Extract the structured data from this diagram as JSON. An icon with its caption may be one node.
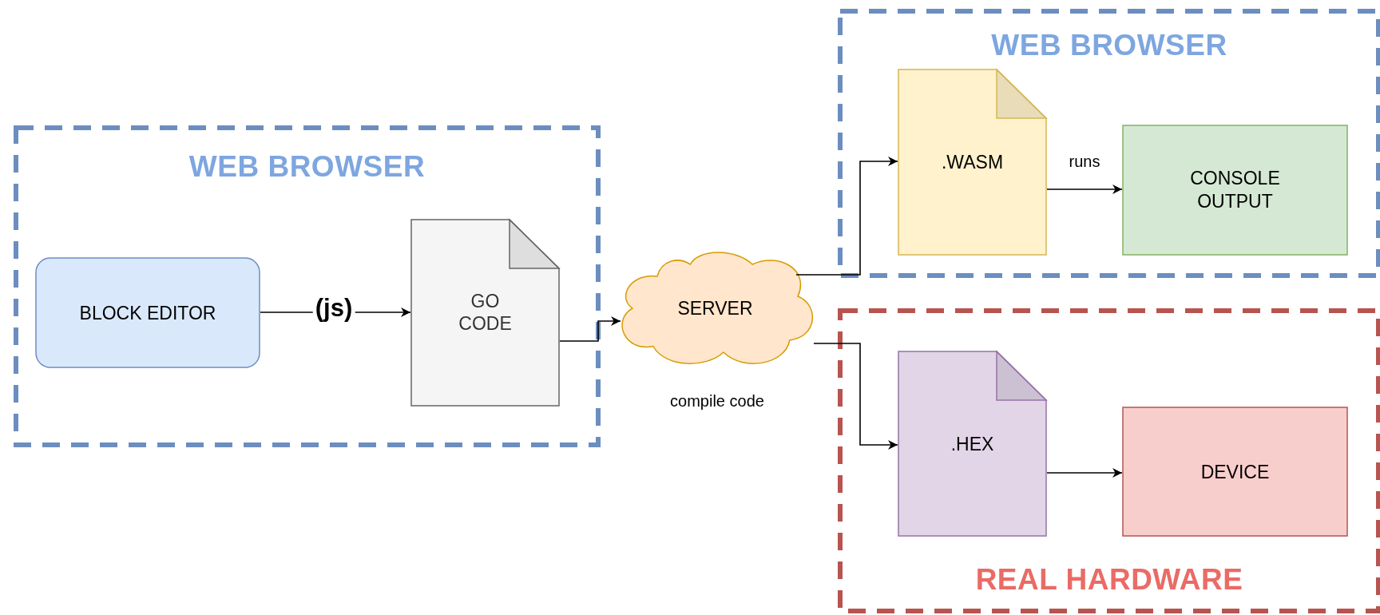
{
  "diagram": {
    "nodes": [
      {
        "text": [
          "WEB BROWSER"
        ]
      },
      {
        "text": [
          "BLOCK EDITOR"
        ],
        "in": 0
      },
      {
        "text": [
          "GO CODE"
        ],
        "in": 0
      },
      {
        "text": [
          "SERVER"
        ],
        "beside": [
          "compile code"
        ]
      },
      {
        "text": [
          "WEB BROWSER"
        ]
      },
      {
        "text": [
          ".WASM"
        ],
        "in": 4
      },
      {
        "text": [
          "CONSOLE OUTPUT"
        ],
        "in": 4
      },
      {
        "text": [
          "REAL HARDWARE"
        ]
      },
      {
        "text": [
          ".HEX"
        ],
        "in": 7
      },
      {
        "text": [
          "DEVICE"
        ],
        "in": 7
      }
    ],
    "edges": [
      {
        "from": 1,
        "to": 2,
        "arrow": "to",
        "label": "(js)"
      },
      {
        "from": 2,
        "to": 3,
        "arrow": "to"
      },
      {
        "from": 3,
        "to": 5,
        "arrow": "to"
      },
      {
        "from": 3,
        "to": 8,
        "arrow": "to"
      },
      {
        "from": 5,
        "to": 6,
        "arrow": "to",
        "label": "runs"
      },
      {
        "from": 8,
        "to": 9,
        "arrow": "to"
      }
    ]
  }
}
